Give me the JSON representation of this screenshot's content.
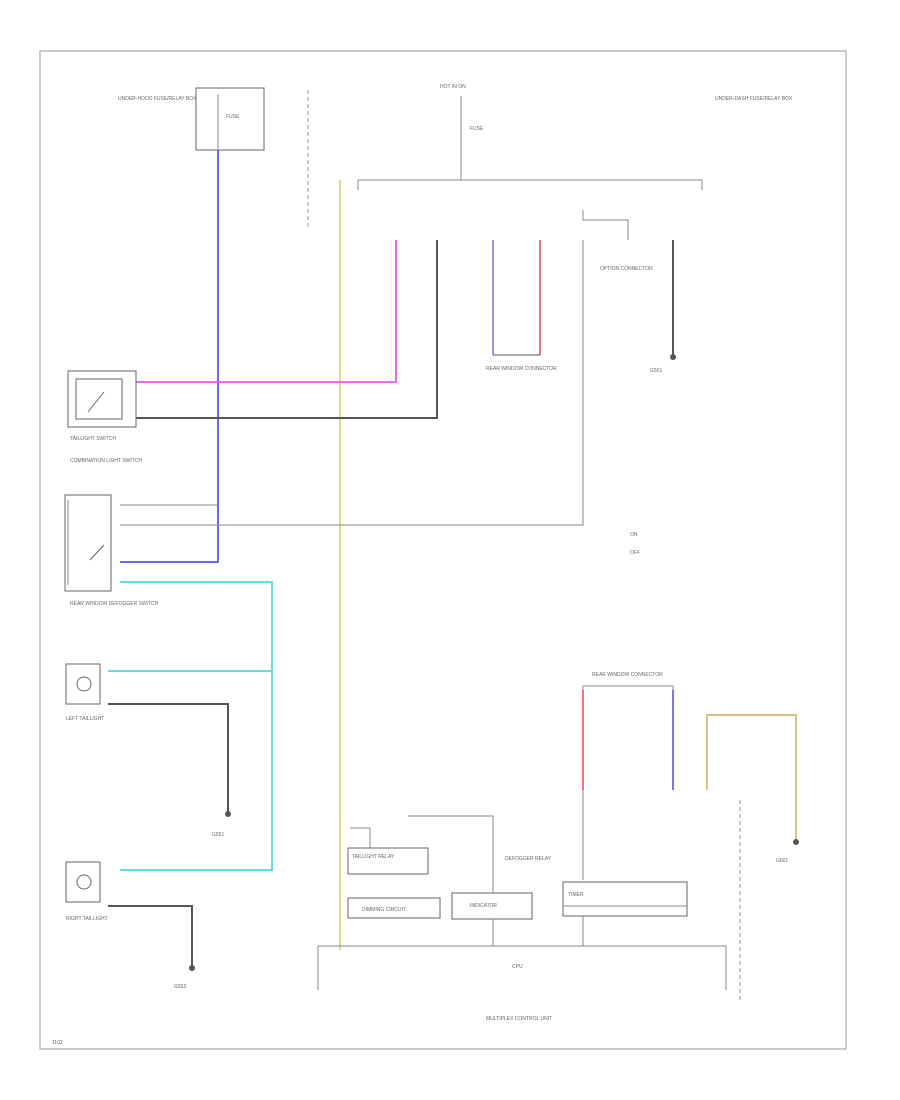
{
  "diagram": {
    "labels": {
      "top_left_source": "UNDER-HOOD FUSE/RELAY BOX",
      "top_left_fuse": "FUSE",
      "top_center_source": "HOT IN ON",
      "top_center_fuse": "FUSE",
      "top_right_note": "UNDER-DASH FUSE/RELAY BOX",
      "option_connector": "OPTION CONNECTOR",
      "rear_window_connector": "REAR WINDOW CONNECTOR",
      "ground_g1": "G501",
      "taillight_switch": "TAILLIGHT SWITCH",
      "combination_light_switch": "COMBINATION LIGHT SWITCH",
      "rear_lights_switch": "REAR WINDOW DEFOGGER SWITCH",
      "legend_on": "ON",
      "legend_off": "OFF",
      "left_taillight": "LEFT TAILLIGHT",
      "right_taillight": "RIGHT TAILLIGHT",
      "ground_g2": "G551",
      "ground_g3": "G552",
      "rear_connector_bottom": "REAR WINDOW CONNECTOR",
      "ground_g4": "G601",
      "taillight_relay": "TAILLIGHT RELAY",
      "timer_circuit": "TIMER",
      "illum_circuit": "DIMMING CIRCUIT",
      "gauge_circuit": "INDICATOR",
      "signal_circuit": "DEFOGGER RELAY",
      "main_circuit": "CPU",
      "multiplex_unit": "MULTIPLEX CONTROL UNIT",
      "page_code": "1102"
    }
  }
}
